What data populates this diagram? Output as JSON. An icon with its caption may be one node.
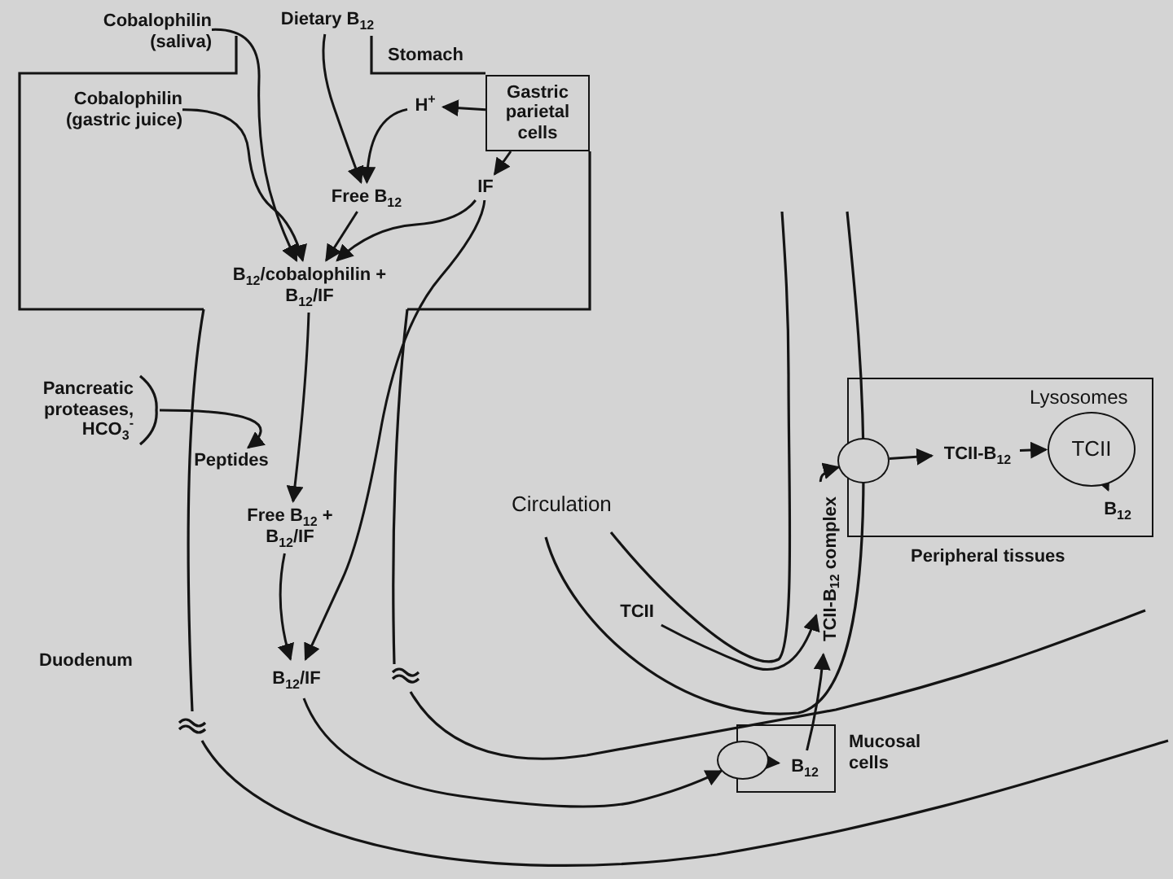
{
  "diagram": {
    "nodes": [
      {
        "text": [
          "Cobalophilin (saliva)"
        ]
      },
      {
        "text": [
          "Dietary B$_{12}$"
        ]
      },
      {
        "text": [
          "Cobalophilin (gastric juice)"
        ]
      },
      {
        "text": [
          "H$^{+}$"
        ]
      },
      {
        "text": [
          "Gastric parietal cells"
        ]
      },
      {
        "text": [
          "IF"
        ]
      },
      {
        "text": [
          "Free B$_{12}$"
        ]
      },
      {
        "text": [
          "B$_{12}$/cobalophilin + B$_{12}$/IF"
        ]
      },
      {
        "text": [
          "Pancreatic proteases, HCO$_{3}$$^{-}$"
        ]
      },
      {
        "text": [
          "Peptides"
        ]
      },
      {
        "text": [
          "Free B$_{12}$ + B$_{12}$/IF"
        ]
      },
      {
        "text": [
          "B$_{12}$/IF"
        ]
      },
      {
        "text": [
          "Mucosal cells"
        ]
      },
      {
        "text": [],
        "shape": "circle"
      },
      {
        "text": [
          "B$_{12}$"
        ],
        "in": 12
      },
      {
        "text": [
          "TCII"
        ]
      },
      {
        "text": [
          "TCII-B$_{12}$ complex"
        ]
      },
      {
        "text": [
          "Peripheral tissues"
        ]
      },
      {
        "text": [],
        "shape": "circle"
      },
      {
        "text": [
          "TCII-B$_{12}$"
        ],
        "in": 17
      },
      {
        "text": [
          "TCII"
        ],
        "in": 17,
        "beside": [
          "Lysosomes"
        ]
      },
      {
        "text": [
          "B$_{12}$"
        ],
        "in": 17
      }
    ],
    "edges": [
      {
        "from": 0,
        "to": 7,
        "arrow": "to"
      },
      {
        "from": 2,
        "to": 7,
        "arrow": "to"
      },
      {
        "from": 1,
        "to": 6,
        "arrow": "to"
      },
      {
        "from": 3,
        "to": 6,
        "arrow": "to"
      },
      {
        "from": 4,
        "to": 3,
        "arrow": "to"
      },
      {
        "from": 4,
        "to": 5,
        "arrow": "to"
      },
      {
        "from": 5,
        "to": 7,
        "arrow": "to"
      },
      {
        "from": 6,
        "to": 7,
        "arrow": "to"
      },
      {
        "from": 7,
        "to": 10,
        "arrow": "to"
      },
      {
        "from": 8,
        "to": 9,
        "arrow": "to"
      },
      {
        "from": 5,
        "to": 11,
        "arrow": "to"
      },
      {
        "from": 10,
        "to": 11,
        "arrow": "to"
      },
      {
        "from": 11,
        "to": 13,
        "arrow": "to"
      },
      {
        "from": 13,
        "to": 14,
        "arrow": "to"
      },
      {
        "from": 14,
        "to": 16,
        "arrow": "to"
      },
      {
        "from": 15,
        "to": 16,
        "arrow": "to"
      },
      {
        "from": 16,
        "to": 18,
        "arrow": "to"
      },
      {
        "from": 18,
        "to": 19,
        "arrow": "to"
      },
      {
        "from": 19,
        "to": 20,
        "arrow": "to"
      },
      {
        "from": 20,
        "to": 21,
        "arrow": "to"
      }
    ],
    "labels": [
      "Stomach",
      "Circulation",
      "Duodenum"
    ]
  }
}
